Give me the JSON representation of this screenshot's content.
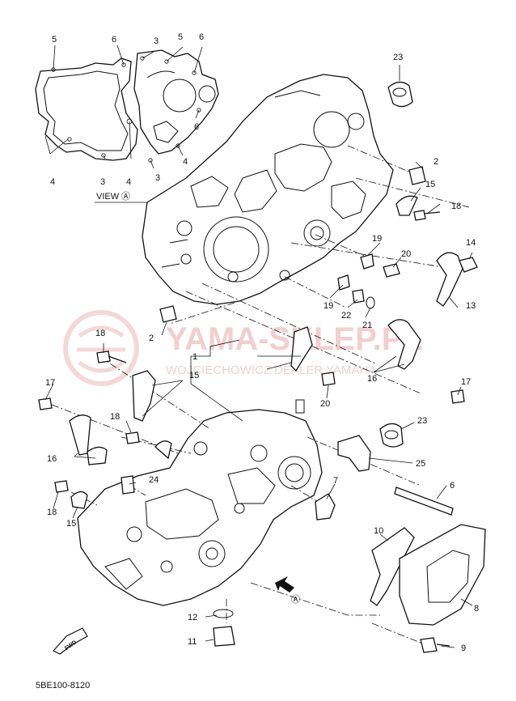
{
  "drawing_code": "5BE100-8120",
  "view_label": "VIEW Ⓐ",
  "view_marker": "Ⓐ",
  "fwd_label": "FWD",
  "watermark": {
    "main": "YAMA-SKLEP.PL",
    "sub": "WOJCIECHOWICZ DEALER YAMAHA"
  },
  "part_labels": {
    "l5a": "5",
    "l6a": "6",
    "l3a": "3",
    "l5b": "5",
    "l6b": "6",
    "l6c": "6",
    "l4a": "4",
    "l3b": "3",
    "l4b": "4",
    "l3c": "3",
    "l4c": "4",
    "l23a": "23",
    "l2a": "2",
    "l15a": "15",
    "l18a": "18",
    "l14": "14",
    "l19a": "19",
    "l20a": "20",
    "l19b": "19",
    "l22": "22",
    "l21": "21",
    "l13": "13",
    "l2b": "2",
    "l1": "1",
    "l18b": "18",
    "l15b": "15",
    "l16a": "16",
    "l17a": "17",
    "l20b": "20",
    "l17b": "17",
    "l18c": "18",
    "l16b": "16",
    "l23b": "23",
    "l25": "25",
    "l24": "24",
    "l7": "7",
    "l6d": "6",
    "l18d": "18",
    "l15c": "15",
    "l10": "10",
    "l8": "8",
    "l12": "12",
    "l11": "11",
    "l9": "9"
  }
}
